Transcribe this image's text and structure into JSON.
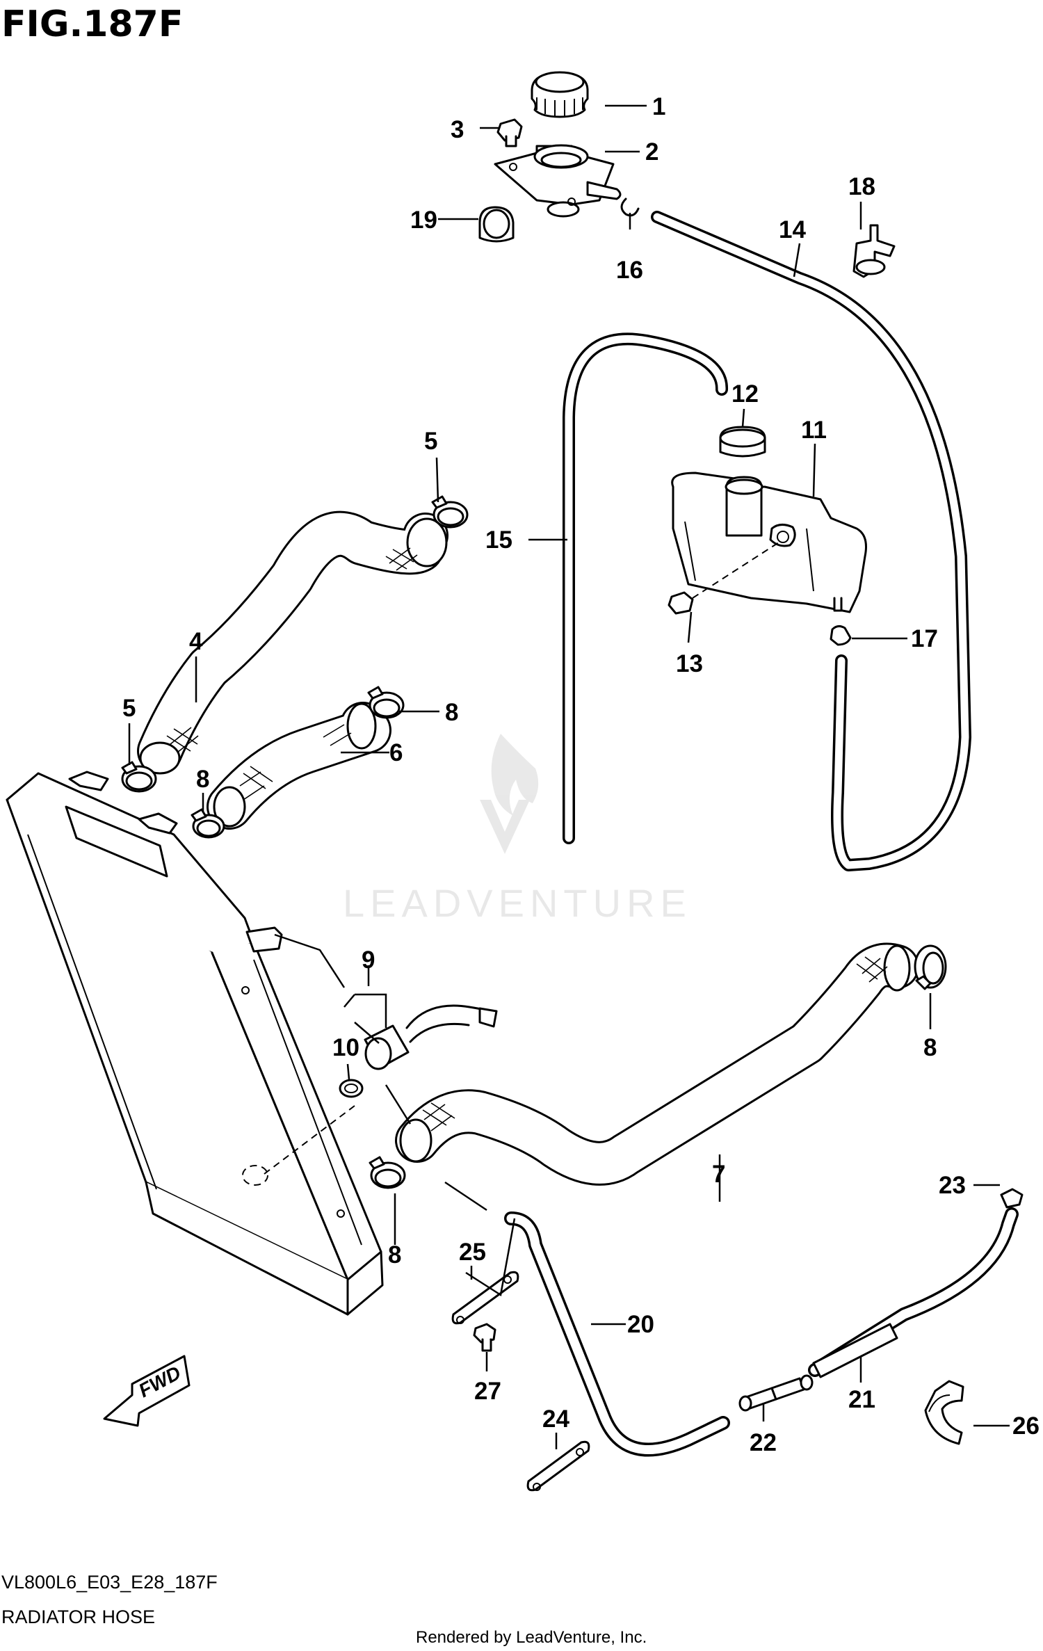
{
  "figure": {
    "title": "FIG.187F",
    "model_code": "VL800L6_E03_E28_187F",
    "section_name": "RADIATOR HOSE",
    "render_credit": "Rendered by LeadVenture, Inc.",
    "watermark": "LEADVENTURE"
  },
  "direction_badge": "FWD",
  "callouts": [
    "1",
    "2",
    "3",
    "19",
    "16",
    "14",
    "18",
    "12",
    "11",
    "15",
    "5",
    "13",
    "17",
    "4",
    "5",
    "8",
    "6",
    "8",
    "9",
    "10",
    "8",
    "7",
    "23",
    "8",
    "25",
    "20",
    "27",
    "21",
    "24",
    "22",
    "26"
  ]
}
